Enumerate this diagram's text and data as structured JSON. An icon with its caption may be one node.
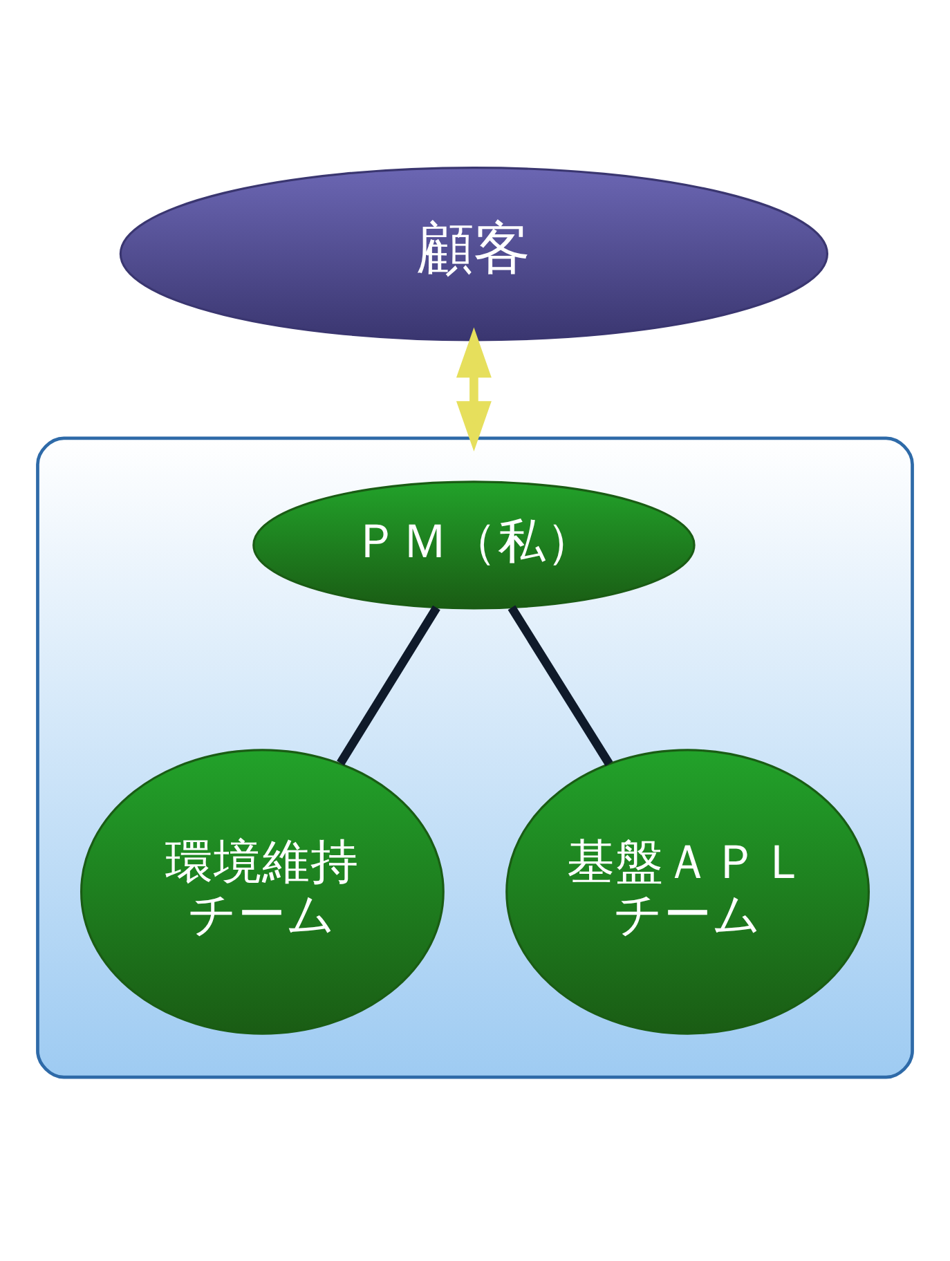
{
  "diagram": {
    "nodes": [
      {
        "text": [
          "顧客"
        ]
      },
      {
        "text": [],
        "shape": "box"
      },
      {
        "text": [
          "ＰＭ（私）"
        ],
        "in": 1
      },
      {
        "text": [
          "環境維持チーム"
        ],
        "in": 1
      },
      {
        "text": [
          "基盤ＡＰＬチーム"
        ],
        "in": 1
      }
    ],
    "edges": [
      {
        "from": 0,
        "to": 1,
        "arrow": "both",
        "color": "#e6df5c"
      },
      {
        "from": 2,
        "to": 3,
        "arrow": "none"
      },
      {
        "from": 2,
        "to": 4,
        "arrow": "none"
      }
    ]
  }
}
